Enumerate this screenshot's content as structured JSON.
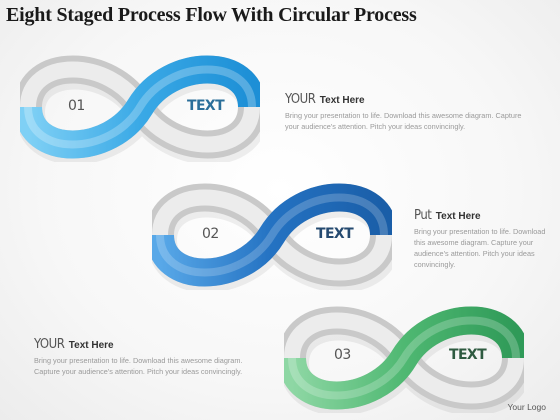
{
  "title": "Eight Staged Process Flow With Circular Process",
  "stages": [
    {
      "number": "01",
      "label": "TEXT",
      "accent": "#3aa9e6",
      "label_color": "#2b6f9a"
    },
    {
      "number": "02",
      "label": "TEXT",
      "accent": "#2472c2",
      "label_color": "#254a70"
    },
    {
      "number": "03",
      "label": "TEXT",
      "accent": "#4fb872",
      "label_color": "#2e5a40"
    }
  ],
  "blocks": [
    {
      "heading_main": "YOUR",
      "heading_sub": "Text Here",
      "body": "Bring your presentation to life. Download this awesome diagram. Capture your audience's attention. Pitch your ideas convincingly."
    },
    {
      "heading_main": "Put",
      "heading_sub": "Text Here",
      "body": "Bring your presentation to life. Download this awesome diagram. Capture your audience's attention. Pitch your ideas convincingly."
    },
    {
      "heading_main": "YOUR",
      "heading_sub": "Text Here",
      "body": "Bring your presentation to life. Download this awesome diagram. Capture your audience's attention. Pitch your ideas convincingly."
    }
  ],
  "logo": "Your Logo"
}
